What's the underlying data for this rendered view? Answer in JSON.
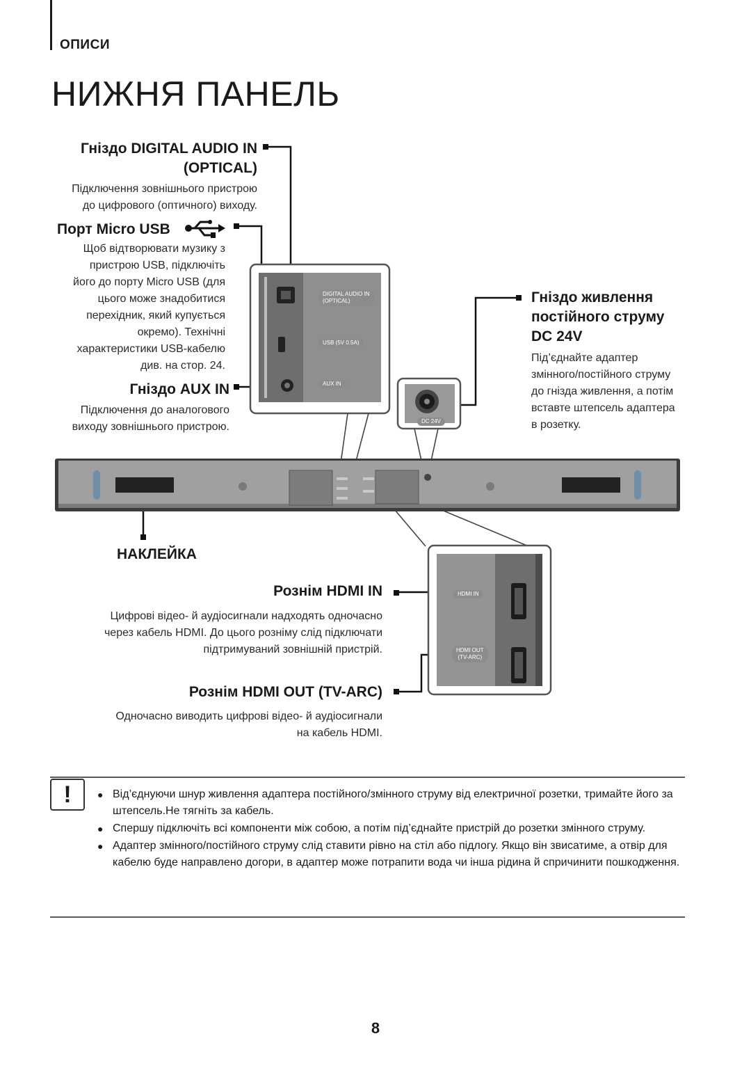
{
  "header": {
    "section": "ОПИСИ",
    "title": "НИЖНЯ ПАНЕЛЬ"
  },
  "left": {
    "optical": {
      "title_line1": "Гніздо DIGITAL AUDIO IN",
      "title_line2": "(OPTICAL)",
      "desc": [
        "Підключення зовнішнього пристрою",
        "до цифрового (оптичного) виходу."
      ]
    },
    "usb": {
      "title": "Порт Micro USB",
      "desc": [
        "Щоб відтворювати музику з",
        "пристрою USB, підключіть",
        "його до порту Micro USB (для",
        "цього може знадобитися",
        "перехідник, який купується",
        "окремо). Технічні",
        "характеристики USB-кабелю",
        "див. на стор. 24."
      ]
    },
    "aux": {
      "title": "Гніздо AUX IN",
      "desc": [
        "Підключення до аналогового",
        "виходу зовнішнього пристрою."
      ]
    }
  },
  "right": {
    "dc": {
      "title": [
        "Гніздо живлення",
        "постійного струму",
        "DC 24V"
      ],
      "desc": [
        "Під’єднайте адаптер",
        "змінного/постійного струму",
        "до гнізда живлення, а потім",
        "вставте штепсель адаптера",
        "в розетку."
      ]
    }
  },
  "sticker": {
    "title": "НАКЛЕЙКА"
  },
  "hdmi_in": {
    "title": "Рознім HDMI IN",
    "desc": [
      "Цифрові відео- й аудіосигнали надходять одночасно",
      "через кабель HDMI. До цього розніму слід підключати",
      "підтримуваний зовнішній пристрій."
    ]
  },
  "hdmi_out": {
    "title": "Рознім HDMI OUT (TV-ARC)",
    "desc": [
      "Одночасно виводить цифрові відео- й аудіосигнали",
      "на кабель HDMI."
    ]
  },
  "panel_labels": {
    "optical": [
      "DIGITAL AUDIO IN",
      "(OPTICAL)"
    ],
    "usb": "USB (5V 0.5A)",
    "aux": "AUX IN",
    "dc": "DC 24V",
    "hdmi_in": "HDMI IN",
    "hdmi_out": [
      "HDMI OUT",
      "(TV-ARC)"
    ]
  },
  "notes": {
    "caution_symbol": "!",
    "items": [
      "Від’єднуючи шнур живлення адаптера постійного/змінного струму від електричної розетки, тримайте його за штепсель.Не тягніть за кабель.",
      "Спершу підключіть всі компоненти між собою, а потім під’єднайте пристрій до розетки змінного струму.",
      "Адаптер змінного/постійного струму слід ставити рівно на стіл або підлогу. Якщо він звисатиме, а отвір для кабелю буде направлено догори, в адаптер може потрапити вода чи інша рідина й спричинити пошкодження."
    ]
  },
  "page_number": "8",
  "colors": {
    "panel_gray": "#9a9a9a",
    "dark_gray": "#555555",
    "text": "#1a1a1a"
  }
}
